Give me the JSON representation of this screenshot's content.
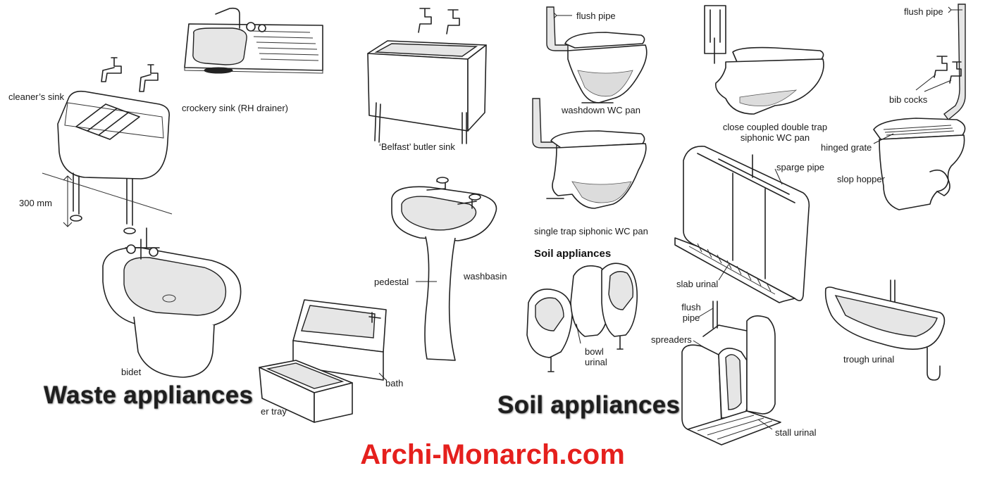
{
  "labels": {
    "cleaners_sink": "cleaner’s sink",
    "crockery_sink": "crockery sink (RH drainer)",
    "butler_sink": "‘Belfast’ butler sink",
    "dimension": "300 mm",
    "bidet": "bidet",
    "pedestal": "pedestal",
    "washbasin": "washbasin",
    "bath": "bath",
    "shower_tray_partial": "er tray",
    "flush_pipe_1": "flush pipe",
    "washdown_wc": "washdown WC pan",
    "single_trap_wc": "single trap siphonic WC pan",
    "soil_appliances_small": "Soil appliances",
    "bowl_urinal": "bowl\nurinal",
    "close_coupled_line1": "close coupled double trap",
    "close_coupled_line2": "siphonic WC pan",
    "sparge_pipe": "sparge pipe",
    "slab_urinal": "slab urinal",
    "flush_pipe_2_line1": "flush",
    "flush_pipe_2_line2": "pipe",
    "spreaders": "spreaders",
    "stall_urinal": "stall urinal",
    "flush_pipe_3": "flush pipe",
    "bib_cocks": "bib cocks",
    "hinged_grate": "hinged grate",
    "slop_hopper": "slop hopper",
    "trough_urinal": "trough urinal"
  },
  "headings": {
    "waste": "Waste appliances",
    "soil": "Soil appliances"
  },
  "watermark": "Archi-Monarch.com",
  "colors": {
    "watermark": "#e5201d",
    "line": "#222222",
    "background": "#ffffff"
  }
}
